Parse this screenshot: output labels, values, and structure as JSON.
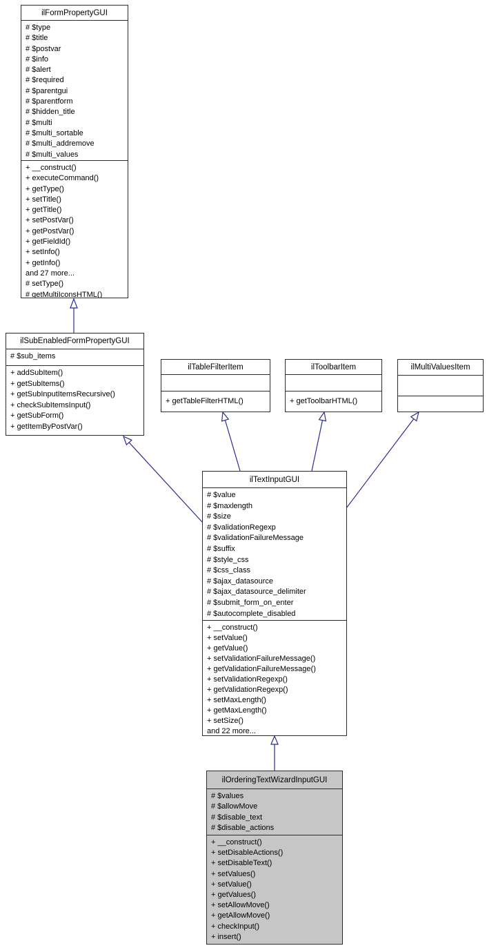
{
  "diagram": {
    "type": "uml-class-inheritance",
    "colors": {
      "arrow": "#2a2a90",
      "box_border": "#2b2b2b",
      "box_fill": "#ffffff",
      "highlight_fill": "#c6c6c6",
      "text": "#000000",
      "background": "#ffffff"
    },
    "classes": [
      {
        "name": "ilFormPropertyGUI",
        "highlighted": false,
        "attributes": [
          "# $type",
          "# $title",
          "# $postvar",
          "# $info",
          "# $alert",
          "# $required",
          "# $parentgui",
          "# $parentform",
          "# $hidden_title",
          "# $multi",
          "# $multi_sortable",
          "# $multi_addremove",
          "# $multi_values"
        ],
        "methods": [
          "+ __construct()",
          "+ executeCommand()",
          "+ getType()",
          "+ setTitle()",
          "+ getTitle()",
          "+ setPostVar()",
          "+ getPostVar()",
          "+ getFieldId()",
          "+ setInfo()",
          "+ getInfo()",
          "and 27 more...",
          "# setType()",
          "# getMultiIconsHTML()"
        ]
      },
      {
        "name": "ilSubEnabledFormPropertyGUI",
        "highlighted": false,
        "attributes": [
          "# $sub_items"
        ],
        "methods": [
          "+ addSubItem()",
          "+ getSubItems()",
          "+ getSubInputItemsRecursive()",
          "+ checkSubItemsInput()",
          "+ getSubForm()",
          "+ getItemByPostVar()"
        ]
      },
      {
        "name": "ilTableFilterItem",
        "highlighted": false,
        "attributes": [],
        "methods": [
          "+ getTableFilterHTML()"
        ]
      },
      {
        "name": "ilToolbarItem",
        "highlighted": false,
        "attributes": [],
        "methods": [
          "+ getToolbarHTML()"
        ]
      },
      {
        "name": "ilMultiValuesItem",
        "highlighted": false,
        "attributes": [],
        "methods": []
      },
      {
        "name": "ilTextInputGUI",
        "highlighted": false,
        "attributes": [
          "# $value",
          "# $maxlength",
          "# $size",
          "# $validationRegexp",
          "# $validationFailureMessage",
          "# $suffix",
          "# $style_css",
          "# $css_class",
          "# $ajax_datasource",
          "# $ajax_datasource_delimiter",
          "# $submit_form_on_enter",
          "# $autocomplete_disabled"
        ],
        "methods": [
          "+ __construct()",
          "+ setValue()",
          "+ getValue()",
          "+ setValidationFailureMessage()",
          "+ getValidationFailureMessage()",
          "+ setValidationRegexp()",
          "+ getValidationRegexp()",
          "+ setMaxLength()",
          "+ getMaxLength()",
          "+ setSize()",
          "and 22 more..."
        ]
      },
      {
        "name": "ilOrderingTextWizardInputGUI",
        "highlighted": true,
        "attributes": [
          "# $values",
          "# $allowMove",
          "# $disable_text",
          "# $disable_actions"
        ],
        "methods": [
          "+ __construct()",
          "+ setDisableActions()",
          "+ setDisableText()",
          "+ setValues()",
          "+ setValue()",
          "+ getValues()",
          "+ setAllowMove()",
          "+ getAllowMove()",
          "+ checkInput()",
          "+ insert()"
        ]
      }
    ],
    "relations": [
      {
        "from": "ilSubEnabledFormPropertyGUI",
        "to": "ilFormPropertyGUI",
        "type": "inheritance"
      },
      {
        "from": "ilTextInputGUI",
        "to": "ilSubEnabledFormPropertyGUI",
        "type": "inheritance"
      },
      {
        "from": "ilTextInputGUI",
        "to": "ilTableFilterItem",
        "type": "inheritance"
      },
      {
        "from": "ilTextInputGUI",
        "to": "ilToolbarItem",
        "type": "inheritance"
      },
      {
        "from": "ilTextInputGUI",
        "to": "ilMultiValuesItem",
        "type": "inheritance"
      },
      {
        "from": "ilOrderingTextWizardInputGUI",
        "to": "ilTextInputGUI",
        "type": "inheritance"
      }
    ]
  }
}
